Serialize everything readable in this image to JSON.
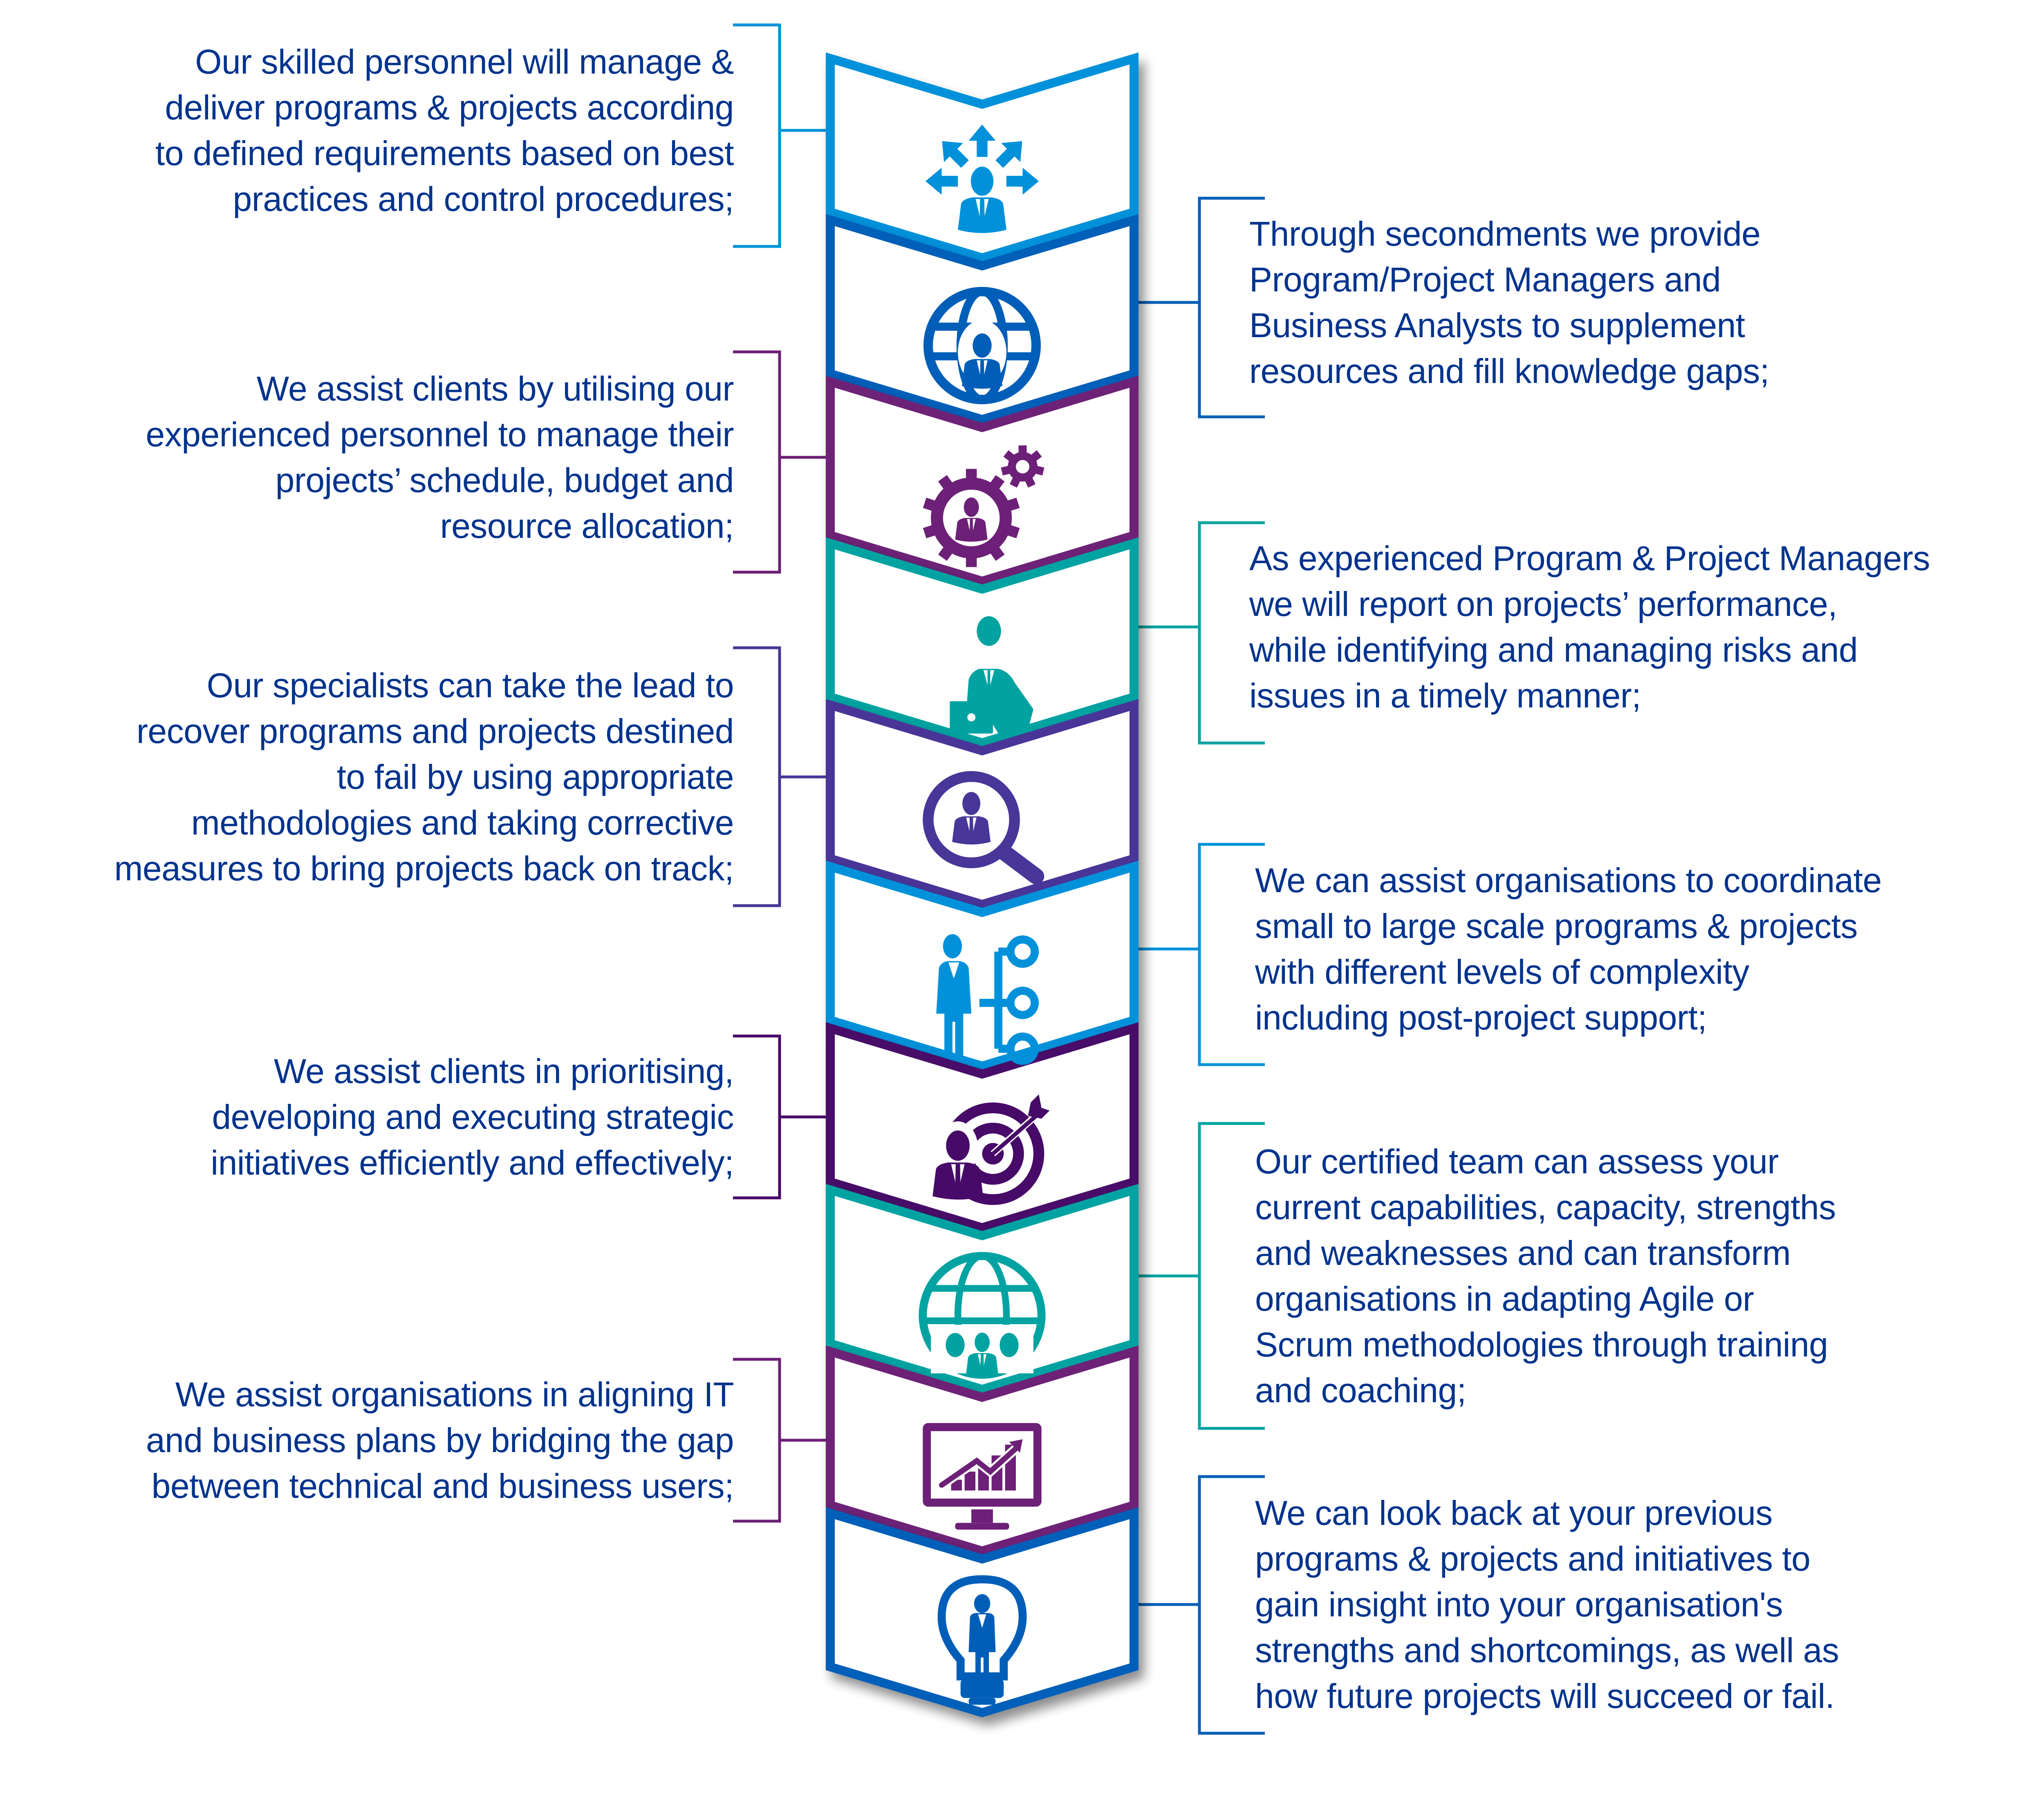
{
  "colors": {
    "text": "#00338D",
    "light_blue": "#0091DA",
    "blue": "#005EB8",
    "purple": "#6D2077",
    "teal": "#00A3A1",
    "indigo": "#483698",
    "dark_purple": "#470A68"
  },
  "steps": [
    {
      "icon": "person-arrows-icon",
      "color": "#0091DA"
    },
    {
      "icon": "person-globe-icon",
      "color": "#005EB8"
    },
    {
      "icon": "person-gears-icon",
      "color": "#6D2077"
    },
    {
      "icon": "person-laptop-icon",
      "color": "#00A3A1"
    },
    {
      "icon": "person-magnifier-icon",
      "color": "#483698"
    },
    {
      "icon": "person-hierarchy-icon",
      "color": "#0091DA"
    },
    {
      "icon": "person-target-icon",
      "color": "#470A68"
    },
    {
      "icon": "team-globe-icon",
      "color": "#00A3A1"
    },
    {
      "icon": "monitor-chart-icon",
      "color": "#6D2077"
    },
    {
      "icon": "person-lightbulb-icon",
      "color": "#005EB8"
    }
  ],
  "left_blocks": [
    {
      "color": "#0091DA",
      "lines": [
        "Our skilled personnel will manage &",
        "deliver programs & projects according",
        "to defined requirements based on best",
        "practices and control procedures;"
      ]
    },
    {
      "color": "#6D2077",
      "lines": [
        "We assist clients by utilising our",
        "experienced personnel to manage their",
        "projects’ schedule, budget and",
        "resource allocation;"
      ]
    },
    {
      "color": "#483698",
      "lines": [
        "Our specialists can take the lead to",
        "recover programs and projects destined",
        "to fail by using appropriate",
        "methodologies and taking corrective",
        "measures to bring projects back on track;"
      ]
    },
    {
      "color": "#470A68",
      "lines": [
        "We assist clients in prioritising,",
        "developing and executing strategic",
        "initiatives efficiently and effectively;"
      ]
    },
    {
      "color": "#6D2077",
      "lines": [
        "We assist organisations in aligning IT",
        "and business plans by bridging the gap",
        "between technical and business users;"
      ]
    }
  ],
  "right_blocks": [
    {
      "color": "#005EB8",
      "lines": [
        "Through secondments we provide",
        "Program/Project Managers and",
        "Business Analysts to supplement",
        "resources and fill knowledge gaps;"
      ]
    },
    {
      "color": "#00A3A1",
      "lines": [
        "As experienced Program & Project Managers",
        "we will report on projects’ performance,",
        "while identifying and managing risks and",
        "issues in a timely manner;"
      ]
    },
    {
      "color": "#0091DA",
      "lines": [
        "We can assist organisations to coordinate",
        "small to large scale programs & projects",
        "with different levels of complexity",
        "including post-project support;"
      ]
    },
    {
      "color": "#00A3A1",
      "lines": [
        "Our certified team can assess your",
        "current capabilities, capacity, strengths",
        "and weaknesses and can transform",
        "organisations in adapting Agile or",
        "Scrum methodologies through training",
        "and coaching;"
      ]
    },
    {
      "color": "#005EB8",
      "lines": [
        "We can look back at your previous",
        "programs & projects and initiatives to",
        "gain insight into your organisation's",
        "strengths and shortcomings, as well as",
        "how future projects will succeed or fail."
      ]
    }
  ]
}
